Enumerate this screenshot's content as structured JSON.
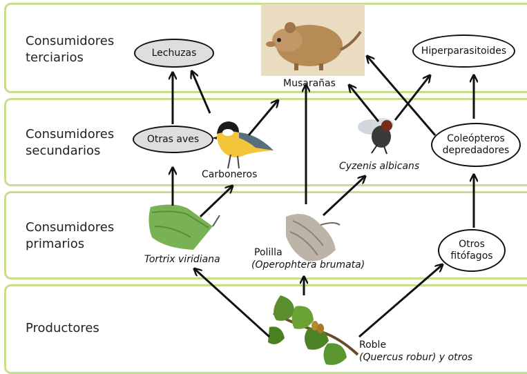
{
  "levels": {
    "tertiary": "Consumidores\nterciarios",
    "secondary": "Consumidores\nsecundarios",
    "primary": "Consumidores\nprimarios",
    "producers": "Productores"
  },
  "nodes": {
    "lechuzas": "Lechuzas",
    "hiperparasitoides": "Hiperparasitoides",
    "otras_aves": "Otras aves",
    "coleopteros": "Coleópteros\ndepredadores",
    "otros_fitofagos": "Otros\nfitófagos"
  },
  "captions": {
    "musaranas": "Musarañas",
    "carboneros": "Carboneros",
    "cyzenis": "Cyzenis albicans",
    "tortrix": "Tortrix viridiana",
    "polilla": "Polilla",
    "polilla_sci": "(Operophtera brumata)",
    "roble": "Roble",
    "roble_sci": "(Quercus robur) y otros"
  },
  "colors": {
    "band_border": "#c6dd8a",
    "node_grey": "#dedede",
    "arrow": "#111111"
  },
  "icons": [
    "shrew-image",
    "great-tit-image",
    "fly-image",
    "green-moth-image",
    "winter-moth-image",
    "oak-branch-image"
  ]
}
